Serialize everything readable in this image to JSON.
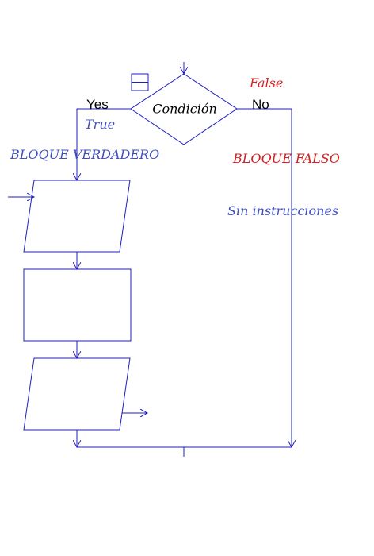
{
  "diagram": {
    "decision": {
      "text": "Condición"
    },
    "branch_yes": {
      "label": "Yes",
      "value_label": "True"
    },
    "branch_no": {
      "label": "No",
      "value_label": "False"
    },
    "true_block": {
      "title": "BLOQUE VERDADERO"
    },
    "false_block": {
      "title": "BLOQUE FALSO",
      "note": "Sin instrucciones"
    }
  },
  "colors": {
    "line": "#1f1fbf",
    "label_blue": "#3f4fc0",
    "label_red": "#d42020",
    "label_black": "#000000",
    "background": "#ffffff"
  }
}
